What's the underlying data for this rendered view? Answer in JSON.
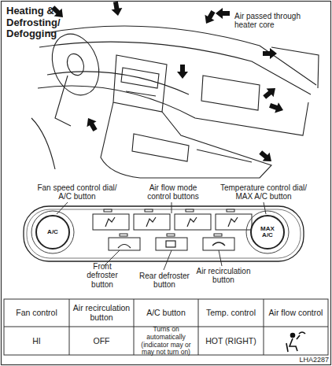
{
  "diagram": {
    "title": "Heating & Defrosting/ Defogging",
    "nodes": [
      {
        "text": [
          "A/C"
        ]
      },
      {
        "text": [
          "MAX A/C"
        ]
      }
    ],
    "labels": [
      "Fan speed control dial/ A/C button",
      "Air flow mode control buttons",
      "Temperature control dial/ MAX A/C button",
      "Front defroster button",
      "Rear defroster button",
      "Air recirculation button",
      "Fan control",
      "Air recirculation button",
      "A/C button",
      "Temp. control",
      "Air flow control",
      "HI",
      "OFF",
      "Turns on automatically (indicator may or may not turn on)",
      "HOT (RIGHT)",
      "LHA2287"
    ],
    "legend": [
      {
        "text": "Air passed through heater core"
      }
    ]
  }
}
